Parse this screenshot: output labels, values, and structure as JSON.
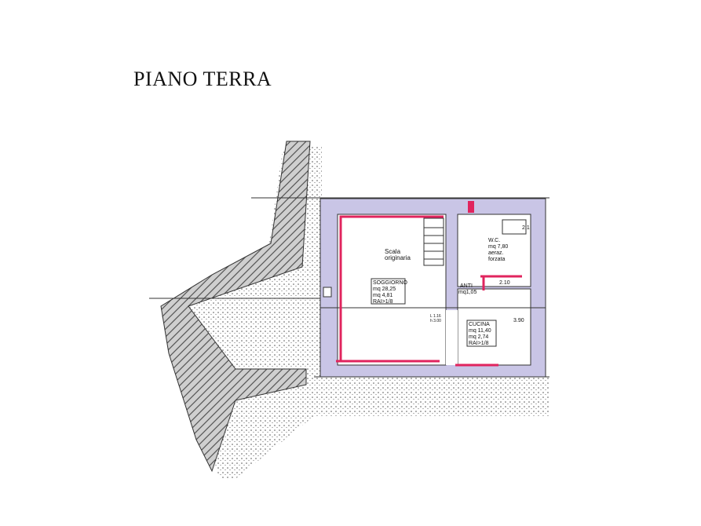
{
  "title": "PIANO TERRA",
  "colors": {
    "wall": "#c9c5e6",
    "accent": "#e0245e",
    "hatch": "#555555"
  },
  "rooms": {
    "soggiorno": {
      "name": "SOGGIORNO",
      "area": "mq  28,25",
      "window": "mq  4,81",
      "ratio": "RAI>1/8"
    },
    "stair": {
      "line1": "Scala",
      "line2": "originaria"
    },
    "wc": {
      "name": "W.C.",
      "area": "mq  7,80",
      "note1": "aeraz.",
      "note2": "forzata"
    },
    "anti": {
      "name": "ANTI",
      "area": "mq1,05"
    },
    "cucina": {
      "name": "CUCINA",
      "area": "mq  11,40",
      "window": "mq  2,74",
      "ratio": "RAI>1/8"
    }
  },
  "dimensions": {
    "anti_width": "2.10",
    "cucina_height": "3.90",
    "door_l": "L  1.16",
    "door_h": "h  3.00",
    "bath": "2.1"
  }
}
